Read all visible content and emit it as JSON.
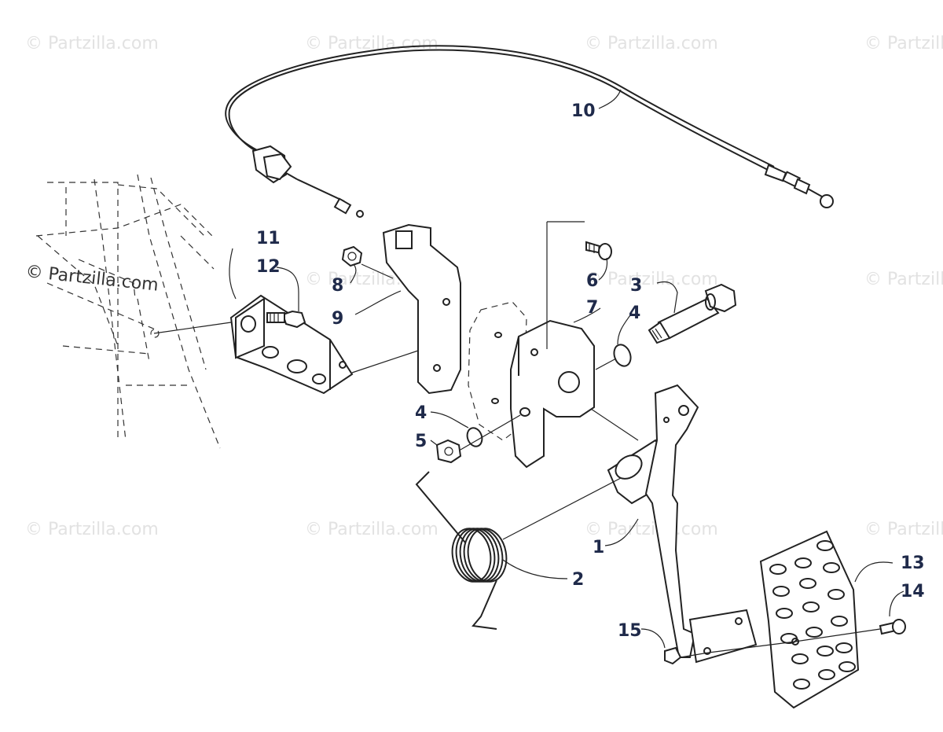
{
  "watermark": {
    "text": "© Partzilla.com",
    "prominent_text": "© Partzilla.com"
  },
  "callouts": {
    "c1": "1",
    "c2": "2",
    "c3": "3",
    "c4a": "4",
    "c4b": "4",
    "c5": "5",
    "c6": "6",
    "c7": "7",
    "c8": "8",
    "c9": "9",
    "c10": "10",
    "c11": "11",
    "c12": "12",
    "c13": "13",
    "c14": "14",
    "c15": "15"
  },
  "colors": {
    "line": "#222222",
    "callout": "#1f2a4a",
    "watermark": "#e2e2e2"
  }
}
